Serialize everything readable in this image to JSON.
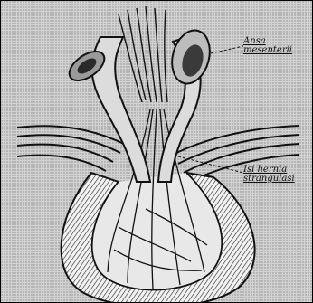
{
  "figure": {
    "annotations": {
      "label_top": [
        "Ansa",
        "mesenterii"
      ],
      "label_right": [
        "Isi hernia",
        "strangulasi"
      ]
    },
    "colors": {
      "background_halftone": "#c9c9c9",
      "ink": "#111111",
      "sac_fill": "#e8e8e8"
    }
  }
}
